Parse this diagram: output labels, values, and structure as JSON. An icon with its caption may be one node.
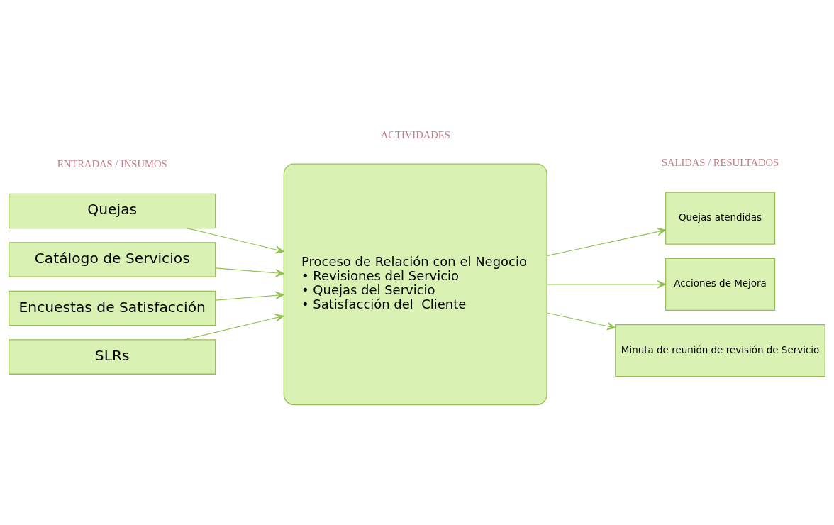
{
  "diagram": {
    "nodes": [
      {
        "text": [
          "Quejas"
        ]
      },
      {
        "text": [
          "Catálogo de Servicios"
        ]
      },
      {
        "text": [
          "Encuestas de Satisfacción"
        ]
      },
      {
        "text": [
          "SLRs"
        ]
      },
      {
        "text": [
          "Proceso de Relación con el Negocio",
          "• Revisiones del Servicio",
          "• Quejas del Servicio",
          "• Satisfacción del  Cliente"
        ]
      },
      {
        "text": [
          "Quejas atendidas"
        ]
      },
      {
        "text": [
          "Acciones de Mejora"
        ]
      },
      {
        "text": [
          "Minuta de reunión de revisión de Servicio"
        ]
      }
    ],
    "edges": [
      {
        "from": 0,
        "to": 4,
        "arrow": "to"
      },
      {
        "from": 1,
        "to": 4,
        "arrow": "to"
      },
      {
        "from": 2,
        "to": 4,
        "arrow": "to"
      },
      {
        "from": 3,
        "to": 4,
        "arrow": "to"
      },
      {
        "from": 4,
        "to": 5,
        "arrow": "to"
      },
      {
        "from": 4,
        "to": 6,
        "arrow": "to"
      },
      {
        "from": 4,
        "to": 7,
        "arrow": "to"
      }
    ],
    "labels": [
      "ENTRADAS / INSUMOS",
      "ACTIVIDADES",
      "SALIDAS / RESULTADOS"
    ]
  }
}
